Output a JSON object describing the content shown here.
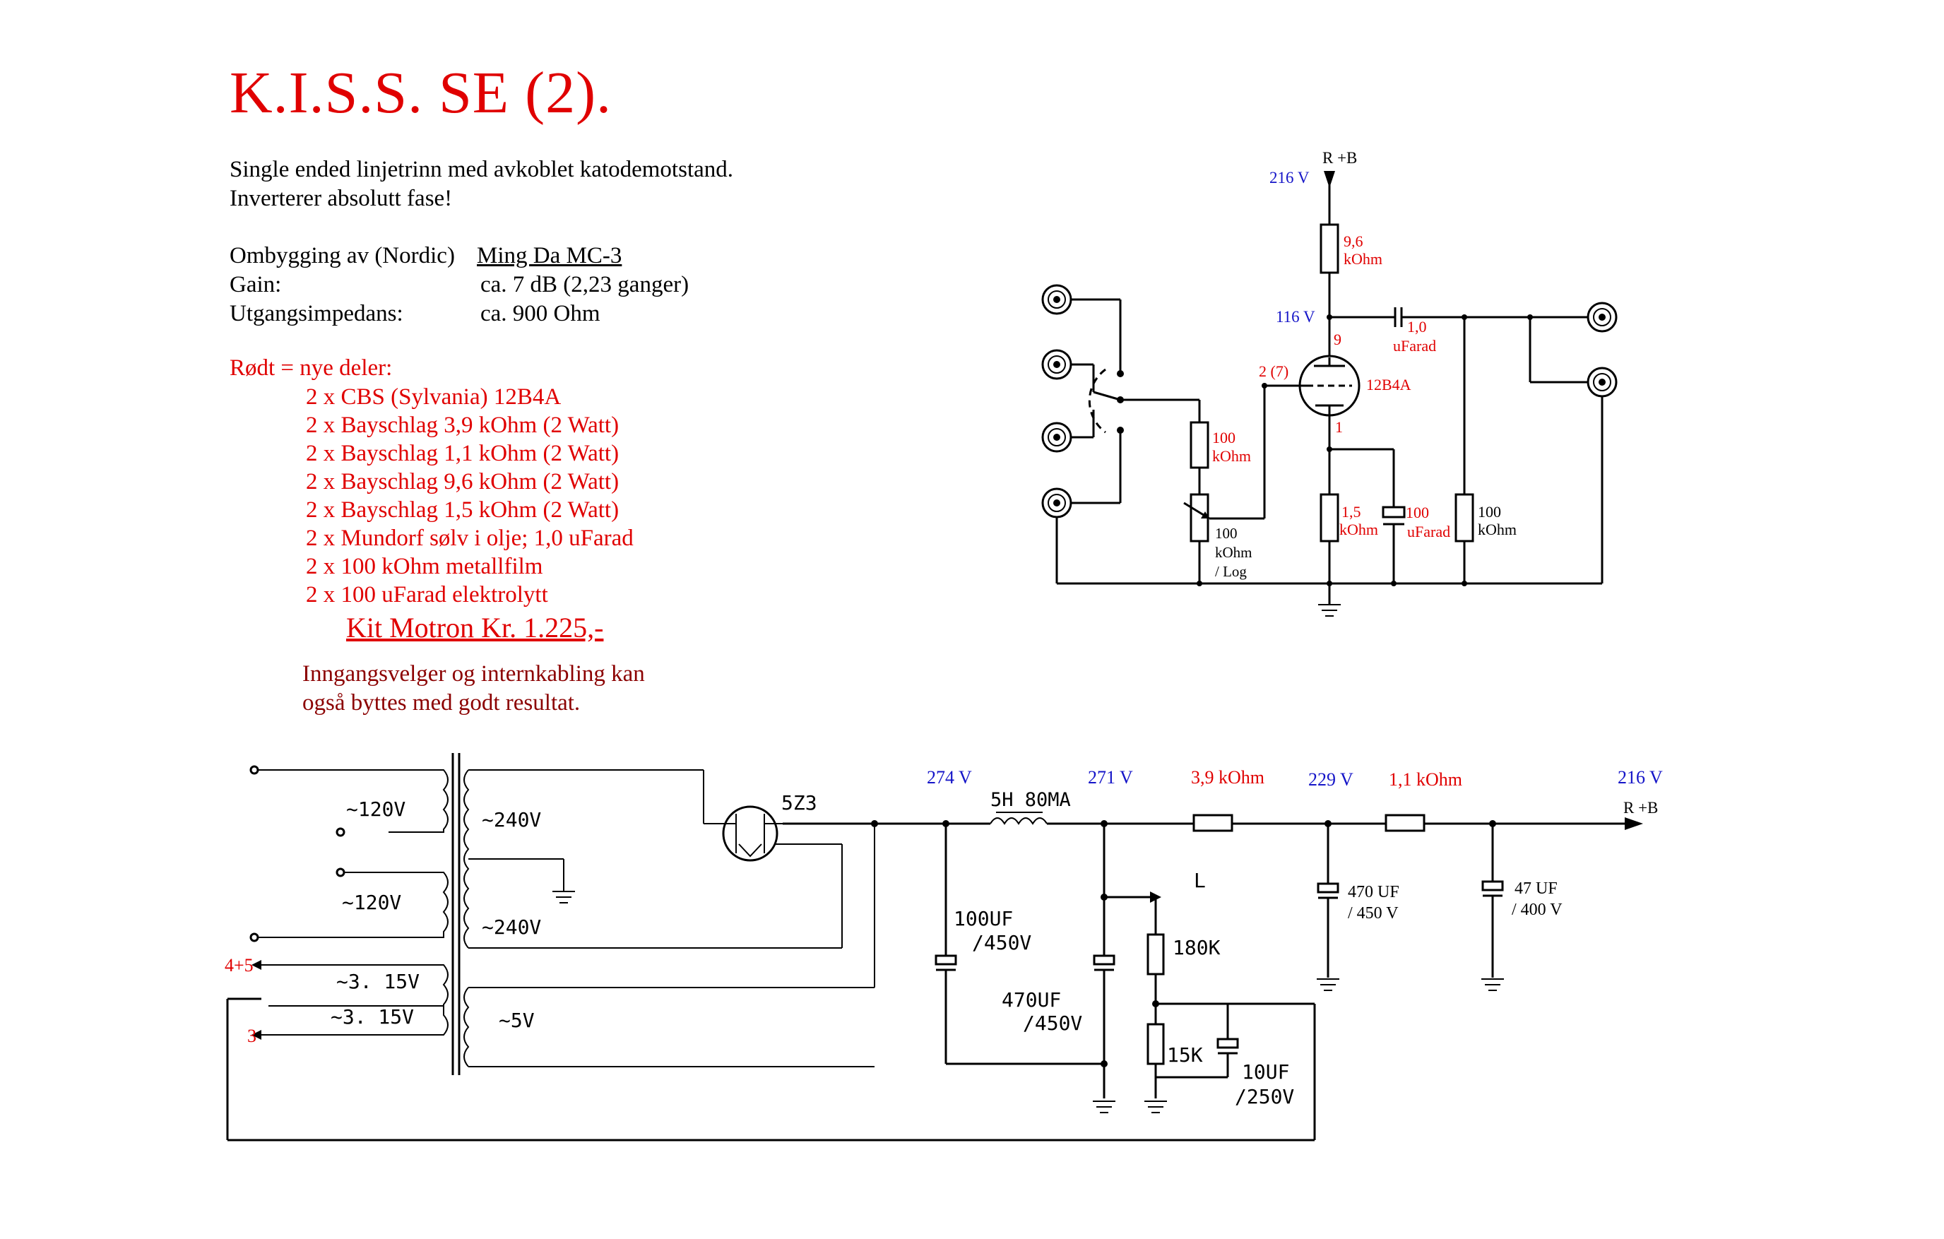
{
  "title": "K.I.S.S. SE (2).",
  "description": {
    "line1": "Single ended linjetrinn med avkoblet katodemotstand.",
    "line2": "Inverterer absolutt fase!"
  },
  "specs": {
    "conversion_label": "Ombygging av (Nordic)",
    "conversion_value": "Ming Da MC-3",
    "gain_label": "Gain:",
    "gain_value": "ca. 7 dB (2,23 ganger)",
    "impedance_label": "Utgangsimpedans:",
    "impedance_value": "ca. 900 Ohm"
  },
  "parts": {
    "heading": "Rødt = nye deler:",
    "items": [
      "2 x CBS (Sylvania) 12B4A",
      "2 x Bayschlag 3,9 kOhm (2 Watt)",
      "2 x Bayschlag 1,1 kOhm (2 Watt)",
      "2 x Bayschlag 9,6 kOhm (2 Watt)",
      "2 x Bayschlag 1,5 kOhm (2 Watt)",
      "2 x Mundorf sølv i olje; 1,0 uFarad",
      "2 x 100 kOhm metallfilm",
      "2 x 100 uFarad elektrolytt"
    ],
    "kit": "Kit Motron Kr. 1.225,-",
    "note_line1": "Inngangsvelger og internkabling kan",
    "note_line2": "også byttes med godt resultat."
  },
  "amp_schematic": {
    "supply_node": "R +B",
    "supply_voltage": "216 V",
    "plate_resistor_value": "9,6",
    "plate_resistor_unit": "kOhm",
    "plate_voltage": "116 V",
    "coupling_cap_value": "1,0",
    "coupling_cap_unit": "uFarad",
    "tube": "12B4A",
    "pin_plate": "9",
    "pin_grid": "2 (7)",
    "pin_cathode": "1",
    "input_resistor_value": "100",
    "input_resistor_unit": "kOhm",
    "pot_value": "100",
    "pot_unit": "kOhm",
    "pot_taper": "/ Log",
    "cathode_resistor_value": "1,5",
    "cathode_resistor_unit": "kOhm",
    "cathode_cap_value": "100",
    "cathode_cap_unit": "uFarad",
    "output_resistor_value": "100",
    "output_resistor_unit": "kOhm"
  },
  "psu_schematic": {
    "primary_1": "~120V",
    "primary_2": "~120V",
    "secondary_hv_1": "~240V",
    "secondary_hv_2": "~240V",
    "heater_1": "~3. 15V",
    "heater_2": "~3. 15V",
    "rect_heater": "~5V",
    "heater_out_1": "4+5",
    "heater_out_2": "3",
    "rectifier": "5Z3",
    "v_rect": "274 V",
    "choke": "5H 80MA",
    "v_choke": "271 V",
    "r1": "3,9 kOhm",
    "v_r1": "229 V",
    "r2": "1,1 kOhm",
    "v_out": "216 V",
    "out_label": "R +B",
    "c1_value": "100UF",
    "c1_rating": "/450V",
    "c2_value": "470UF",
    "c2_rating": "/450V",
    "tap_label": "L",
    "r_div_1": "180K",
    "r_div_2": "15K",
    "c_div_value": "10UF",
    "c_div_rating": "/250V",
    "c3_value": "470 UF",
    "c3_rating": "/ 450 V",
    "c4_value": "47 UF",
    "c4_rating": "/ 400 V"
  },
  "colors": {
    "new_part_red": "#e00000",
    "voltage_blue": "#1515c8",
    "note_dark_red": "#8b0000",
    "wire_black": "#000000"
  }
}
